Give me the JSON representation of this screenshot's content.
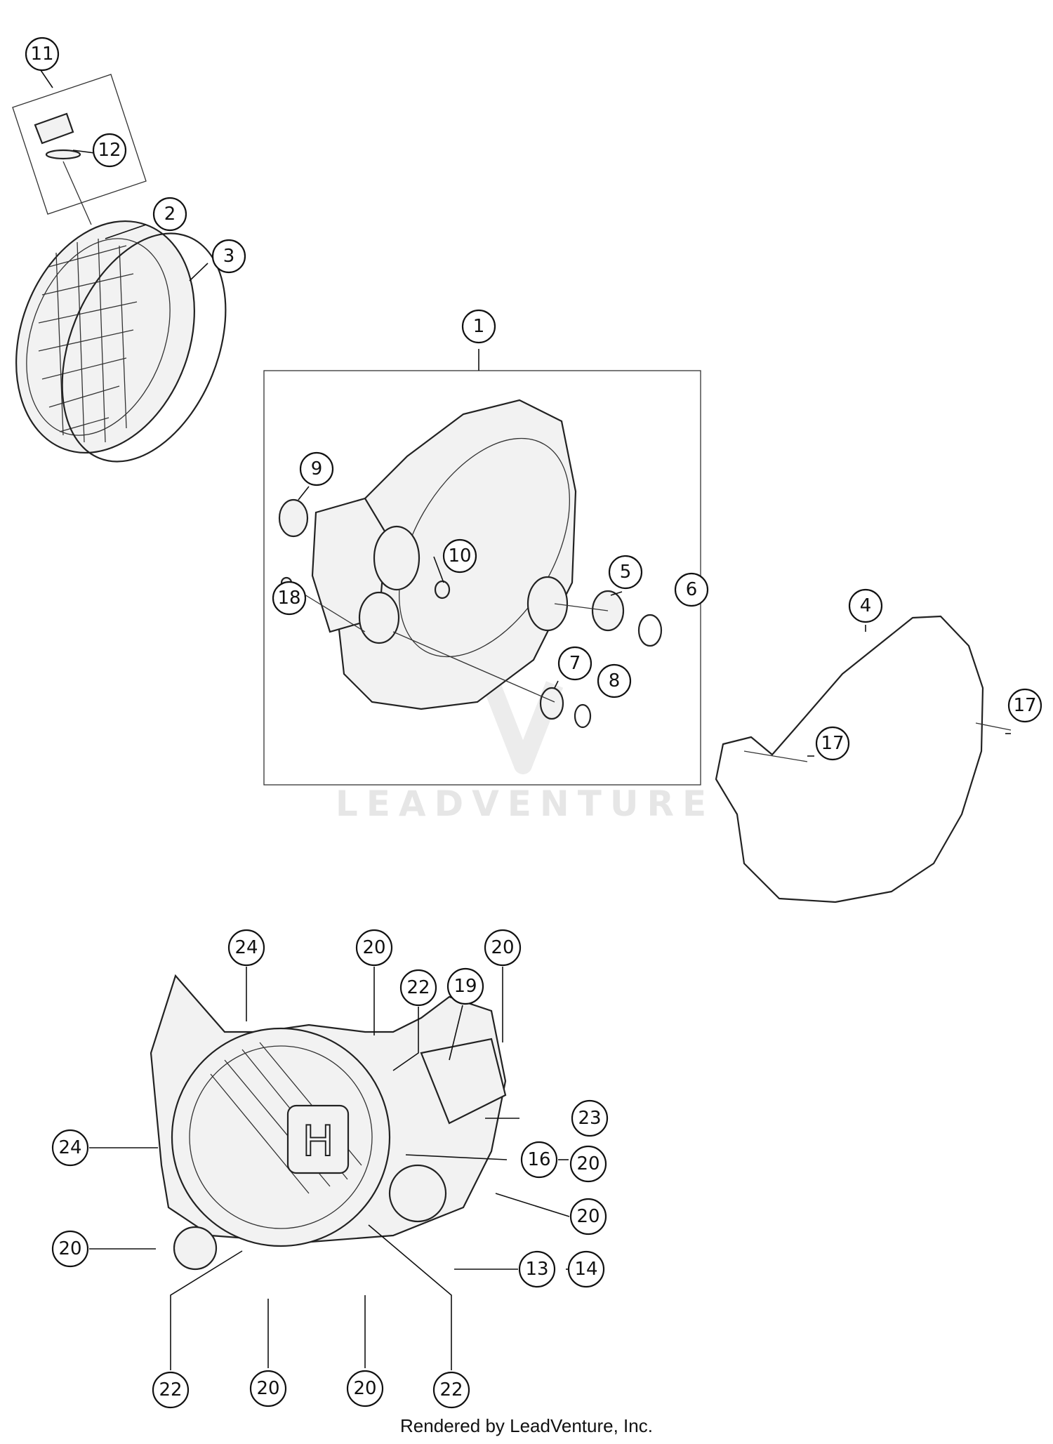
{
  "watermark": {
    "brand_text": "LEADVENTURE"
  },
  "footer": {
    "text": "Rendered by LeadVenture, Inc."
  },
  "callouts": [
    {
      "id": "c11",
      "label": "11"
    },
    {
      "id": "c12",
      "label": "12"
    },
    {
      "id": "c2",
      "label": "2"
    },
    {
      "id": "c3",
      "label": "3"
    },
    {
      "id": "c1",
      "label": "1"
    },
    {
      "id": "c9",
      "label": "9"
    },
    {
      "id": "c10",
      "label": "10"
    },
    {
      "id": "c5",
      "label": "5"
    },
    {
      "id": "c6",
      "label": "6"
    },
    {
      "id": "c18",
      "label": "18"
    },
    {
      "id": "c7",
      "label": "7"
    },
    {
      "id": "c8",
      "label": "8"
    },
    {
      "id": "c4",
      "label": "4"
    },
    {
      "id": "c17a",
      "label": "17"
    },
    {
      "id": "c17b",
      "label": "17"
    },
    {
      "id": "c24a",
      "label": "24"
    },
    {
      "id": "c20a",
      "label": "20"
    },
    {
      "id": "c20b",
      "label": "20"
    },
    {
      "id": "c22a",
      "label": "22"
    },
    {
      "id": "c19",
      "label": "19"
    },
    {
      "id": "c23",
      "label": "23"
    },
    {
      "id": "c24b",
      "label": "24"
    },
    {
      "id": "c16",
      "label": "16"
    },
    {
      "id": "c20c",
      "label": "20"
    },
    {
      "id": "c20d",
      "label": "20"
    },
    {
      "id": "c20e",
      "label": "20"
    },
    {
      "id": "c13",
      "label": "13"
    },
    {
      "id": "c14",
      "label": "14"
    },
    {
      "id": "c22b",
      "label": "22"
    },
    {
      "id": "c20f",
      "label": "20"
    },
    {
      "id": "c20g",
      "label": "20"
    },
    {
      "id": "c22c",
      "label": "22"
    }
  ]
}
